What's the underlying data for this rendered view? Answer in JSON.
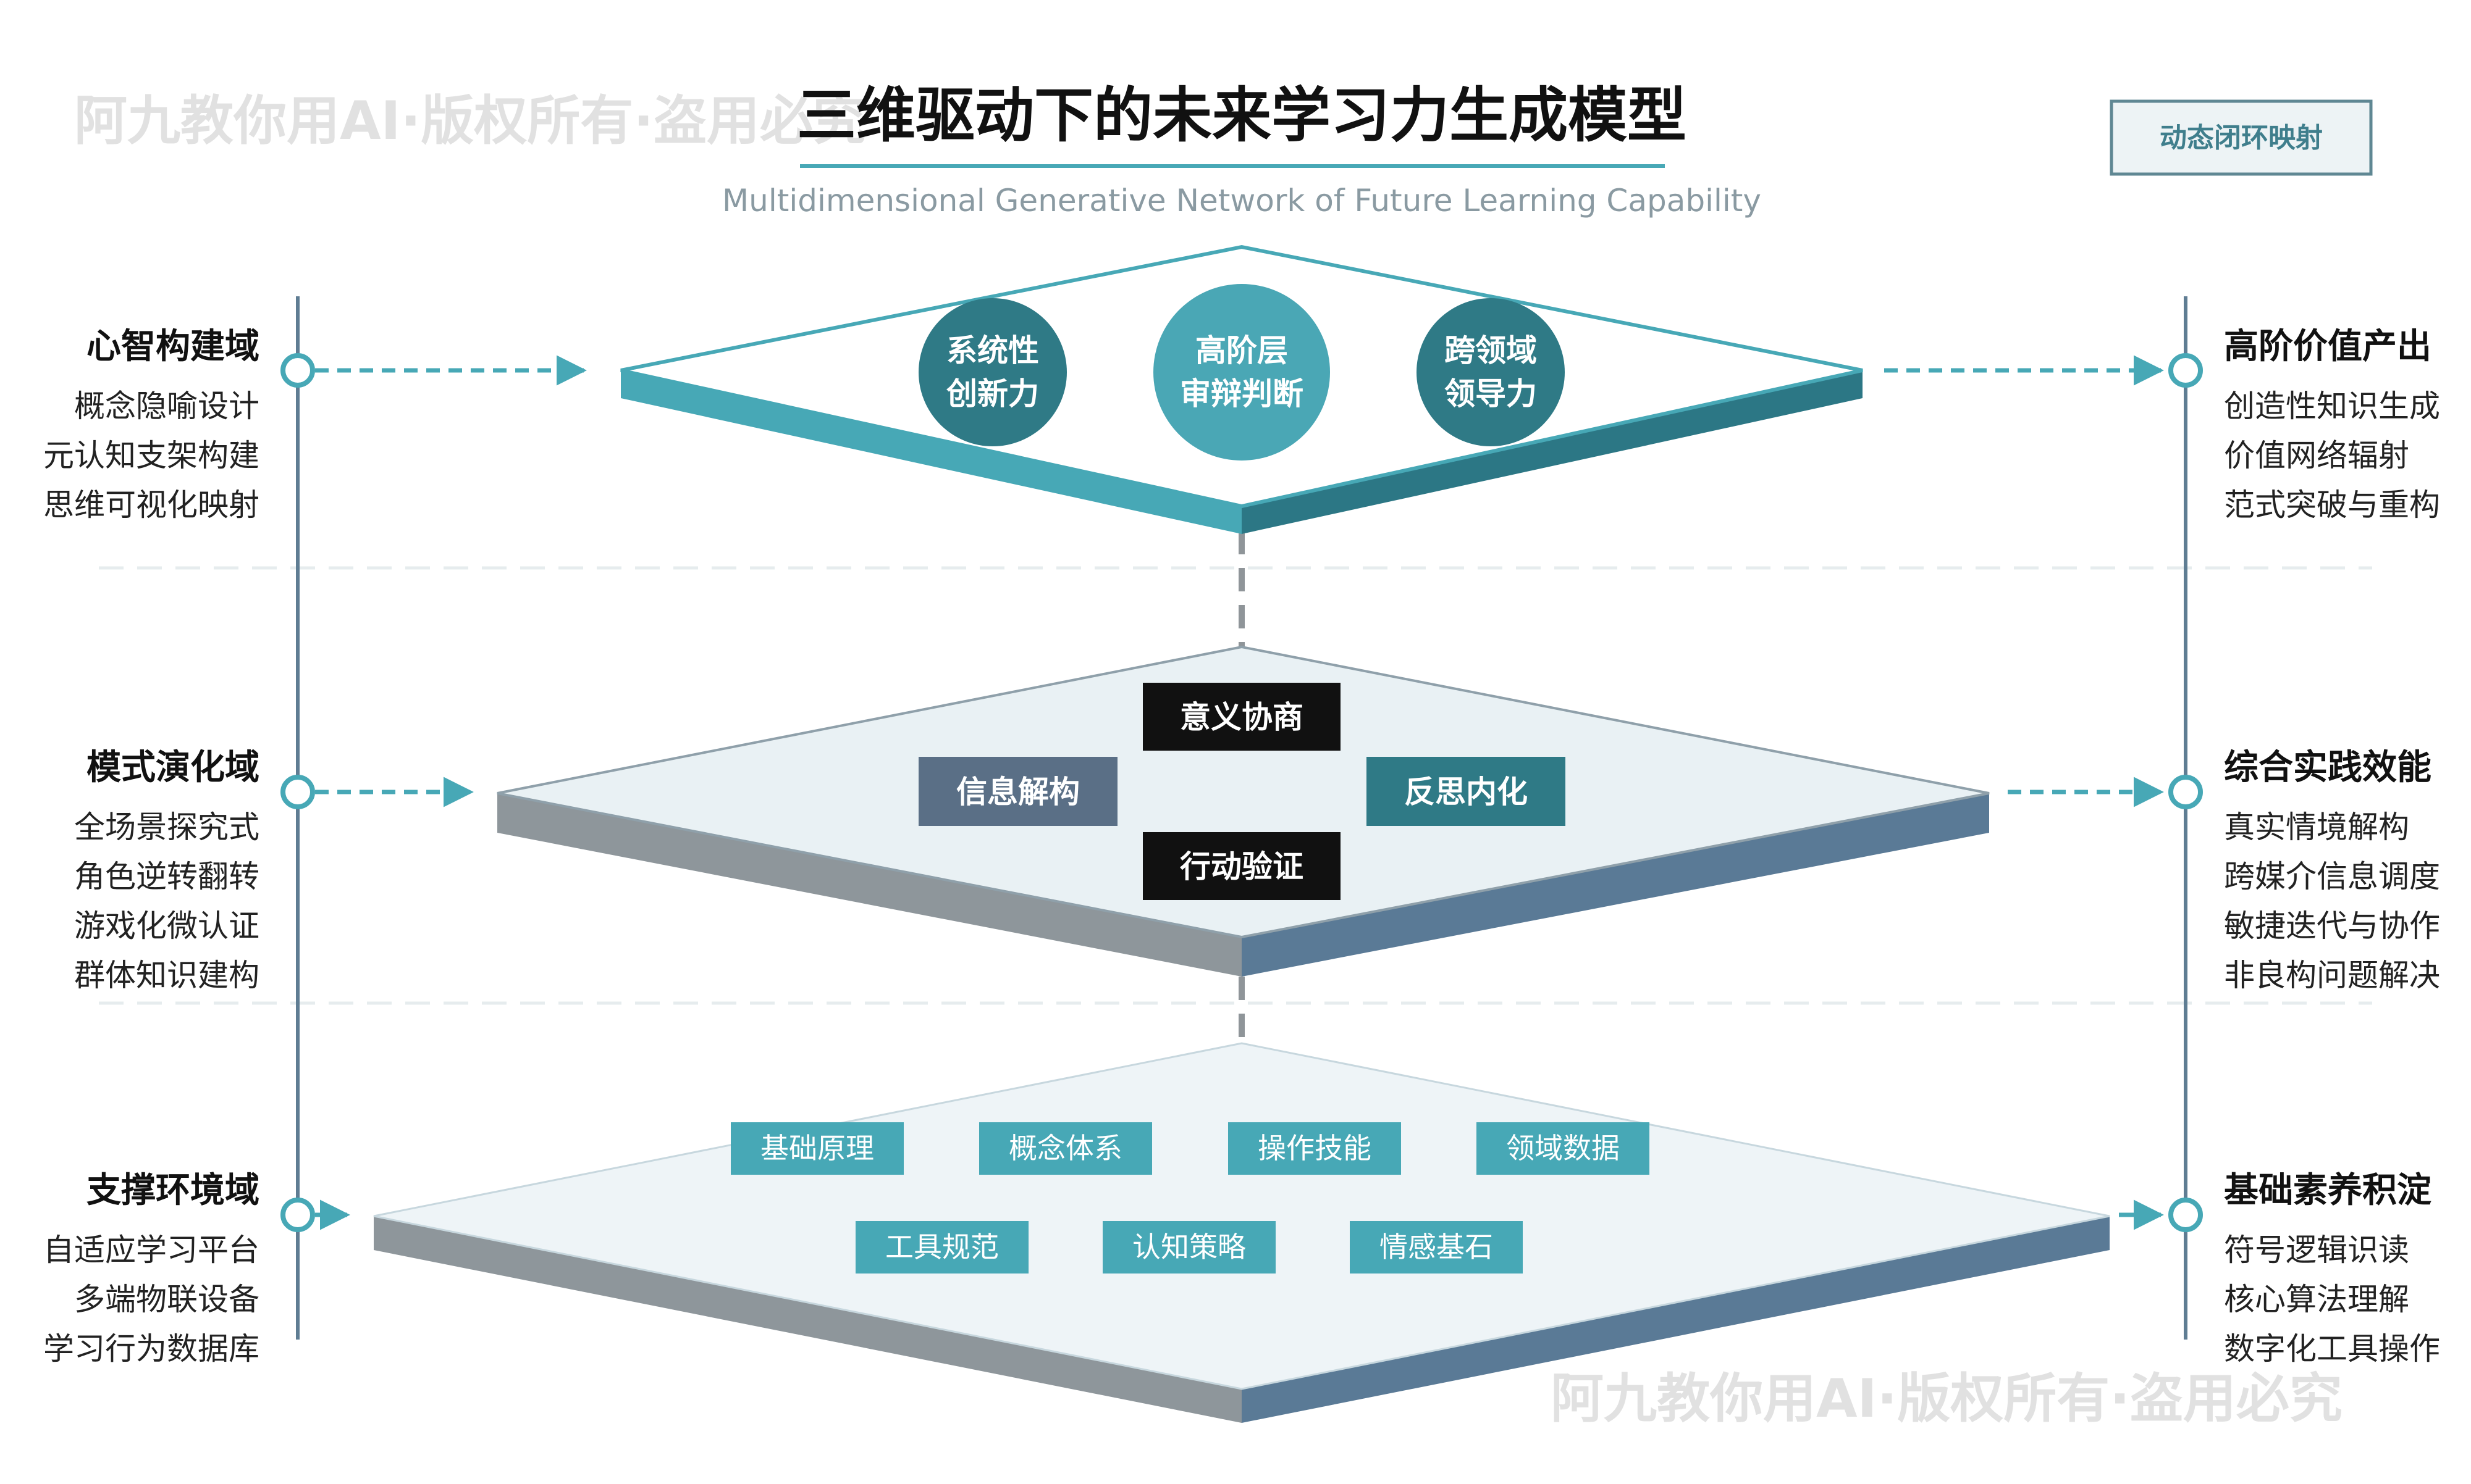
{
  "title": "三维驱动下的未来学习力生成模型",
  "subtitle": "Multidimensional Generative Network of Future Learning Capability",
  "badge": "动态闭环映射",
  "watermarks": [
    "阿九教你用AI·版权所有·盗用必究",
    "阿九教你用AI·版权所有·盗用必究"
  ],
  "left_domains": [
    {
      "title": "心智构建域",
      "items": [
        "概念隐喻设计",
        "元认知支架构建",
        "思维可视化映射"
      ]
    },
    {
      "title": "模式演化域",
      "items": [
        "全场景探究式",
        "角色逆转翻转",
        "游戏化微认证",
        "群体知识建构"
      ]
    },
    {
      "title": "支撑环境域",
      "items": [
        "自适应学习平台",
        "多端物联设备",
        "学习行为数据库"
      ]
    }
  ],
  "right_domains": [
    {
      "title": "高阶价值产出",
      "items": [
        "创造性知识生成",
        "价值网络辐射",
        "范式突破与重构"
      ]
    },
    {
      "title": "综合实践效能",
      "items": [
        "真实情境解构",
        "跨媒介信息调度",
        "敏捷迭代与协作",
        "非良构问题解决"
      ]
    },
    {
      "title": "基础素养积淀",
      "items": [
        "符号逻辑识读",
        "核心算法理解",
        "数字化工具操作"
      ]
    }
  ],
  "top_layer": {
    "circles": [
      {
        "line1": "系统性",
        "line2": "创新力"
      },
      {
        "line1": "高阶层",
        "line2": "审辩判断"
      },
      {
        "line1": "跨领域",
        "line2": "领导力"
      }
    ]
  },
  "middle_layer": {
    "boxes": [
      {
        "label": "意义协商"
      },
      {
        "label": "信息解构"
      },
      {
        "label": "反思内化"
      },
      {
        "label": "行动验证"
      }
    ]
  },
  "bottom_layer": {
    "row1": [
      "基础原理",
      "概念体系",
      "操作技能",
      "领域数据"
    ],
    "row2": [
      "工具规范",
      "认知策略",
      "情感基石"
    ]
  },
  "colors": {
    "teal": "#47a8b6",
    "teal_dark": "#2c7785",
    "circle_dark": "#2f7a86",
    "circle_light": "#4aa7b5",
    "slate": "#5a6f86",
    "gray": "#8e969b",
    "black_box": "#111111",
    "line": "#5f7d93"
  }
}
